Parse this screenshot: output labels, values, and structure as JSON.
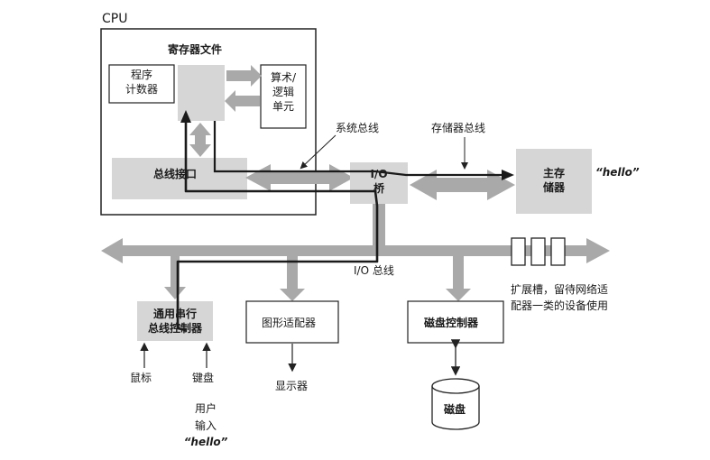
{
  "cpu": {
    "title": "CPU",
    "register_file": "寄存器文件",
    "program_counter": [
      "程序",
      "计数器"
    ],
    "alu": [
      "算术/",
      "逻辑",
      "单元"
    ],
    "bus_interface": "总线接口"
  },
  "buses": {
    "system_bus": "系统总线",
    "memory_bus": "存储器总线",
    "io_bus": "I/O 总线"
  },
  "io_bridge": [
    "I/O",
    "桥"
  ],
  "main_memory": {
    "label": [
      "主存",
      "储器"
    ],
    "content": "“hello”"
  },
  "usb_controller": {
    "label": [
      "通用串行",
      "总线控制器"
    ],
    "mouse": "鼠标",
    "keyboard": "键盘",
    "user_input": [
      "用户",
      "输入",
      "“hello”"
    ]
  },
  "graphics_adapter": {
    "label": "图形适配器",
    "display": "显示器"
  },
  "disk_controller": {
    "label": "磁盘控制器",
    "disk": "磁盘"
  },
  "expansion_slots": {
    "label": [
      "扩展槽，留待网络适",
      "配器一类的设备使用"
    ]
  },
  "colors": {
    "bus_gray": "#a9a9a9",
    "box_fill": "#d6d6d6",
    "path_dark": "#1a1a1a",
    "outline": "#222222"
  }
}
